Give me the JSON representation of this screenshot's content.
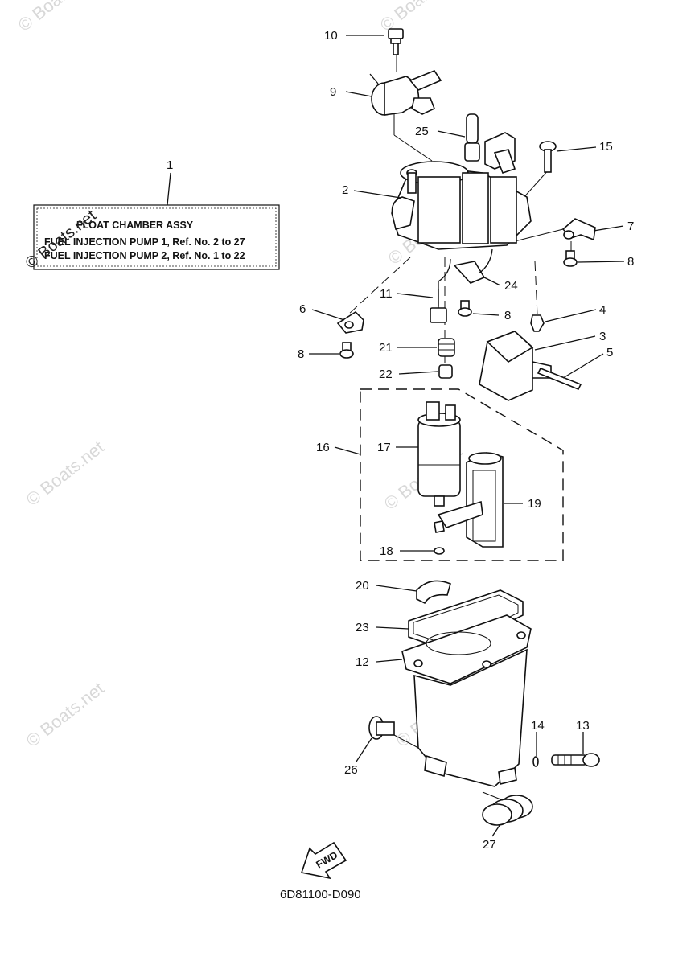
{
  "watermark": {
    "text": "© Boats.net"
  },
  "label_box": {
    "title": "FLOAT CHAMBER ASSY",
    "line1": "FUEL INJECTION PUMP 1,  Ref. No. 2 to 27",
    "line2": "FUEL INJECTION PUMP 2,  Ref. No. 1 to 22"
  },
  "callouts": {
    "c1": "1",
    "c2": "2",
    "c3": "3",
    "c4": "4",
    "c5": "5",
    "c6": "6",
    "c7": "7",
    "c8": "8",
    "c9": "9",
    "c10": "10",
    "c11": "11",
    "c12": "12",
    "c13": "13",
    "c14": "14",
    "c15": "15",
    "c16": "16",
    "c17": "17",
    "c18": "18",
    "c19": "19",
    "c20": "20",
    "c21": "21",
    "c22": "22",
    "c23": "23",
    "c24": "24",
    "c25": "25",
    "c26": "26",
    "c27": "27"
  },
  "fwd_arrow": {
    "text": "FWD"
  },
  "diagram_code": "6D81100-D090"
}
